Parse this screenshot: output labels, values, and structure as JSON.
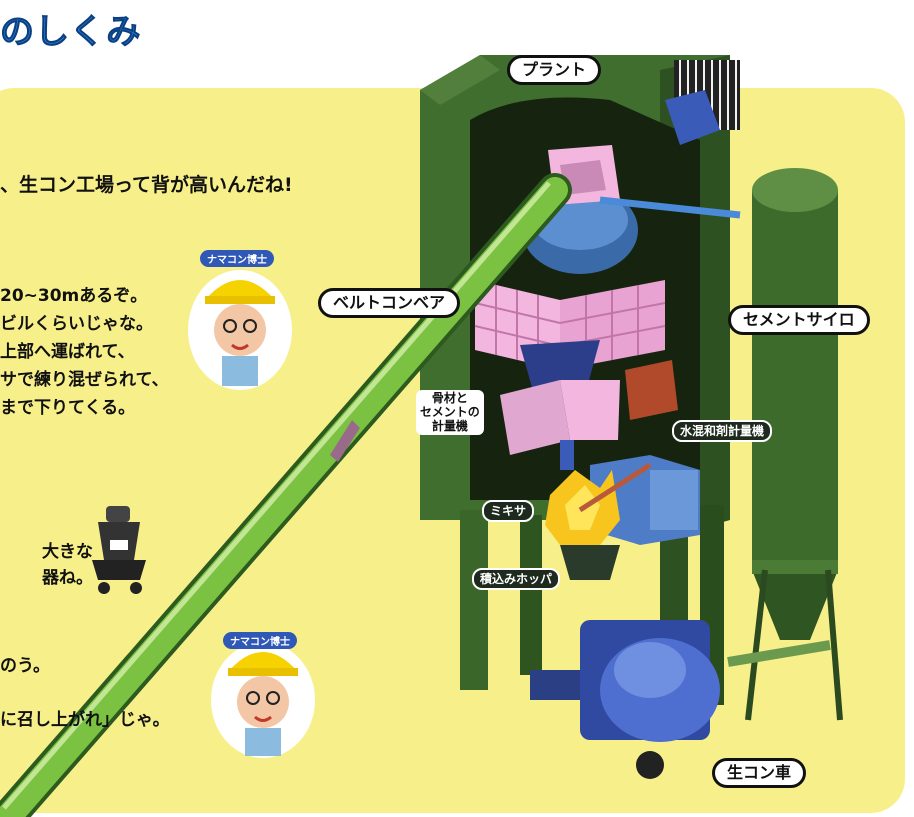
{
  "title": "のしくみ",
  "speech": {
    "line1": "、生コン工場って背が高いんだね!",
    "para1": [
      "20~30mあるぞ。",
      "ビルくらいじゃな。",
      "上部へ運ばれて、",
      "サで練り混ぜられて、",
      "まで下りてくる。"
    ],
    "para2": [
      "大きな",
      "器ね。"
    ],
    "para3": "のう。",
    "para4": "に召し上がれ」じゃ。"
  },
  "badges": {
    "top": "ナマコン博士",
    "bottom": "ナマコン博士"
  },
  "labels": {
    "plant": "プラント",
    "belt_conveyor": "ベルトコンベア",
    "cement_silo": "セメントサイロ",
    "aggregate_scale": [
      "骨材と",
      "セメントの",
      "計量機"
    ],
    "water_scale": "水混和剤計量機",
    "mixer": "ミキサ",
    "hopper": "積込みホッパ",
    "truck": "生コン車"
  },
  "colors": {
    "panel_yellow": "#f7f08a",
    "plant_green": "#3f6e2f",
    "conveyor_green": "#7cc242",
    "grid_pink": "#f2b6df",
    "machine_blue": "#3b5bb8",
    "title_blue": "#2a7fd0"
  }
}
